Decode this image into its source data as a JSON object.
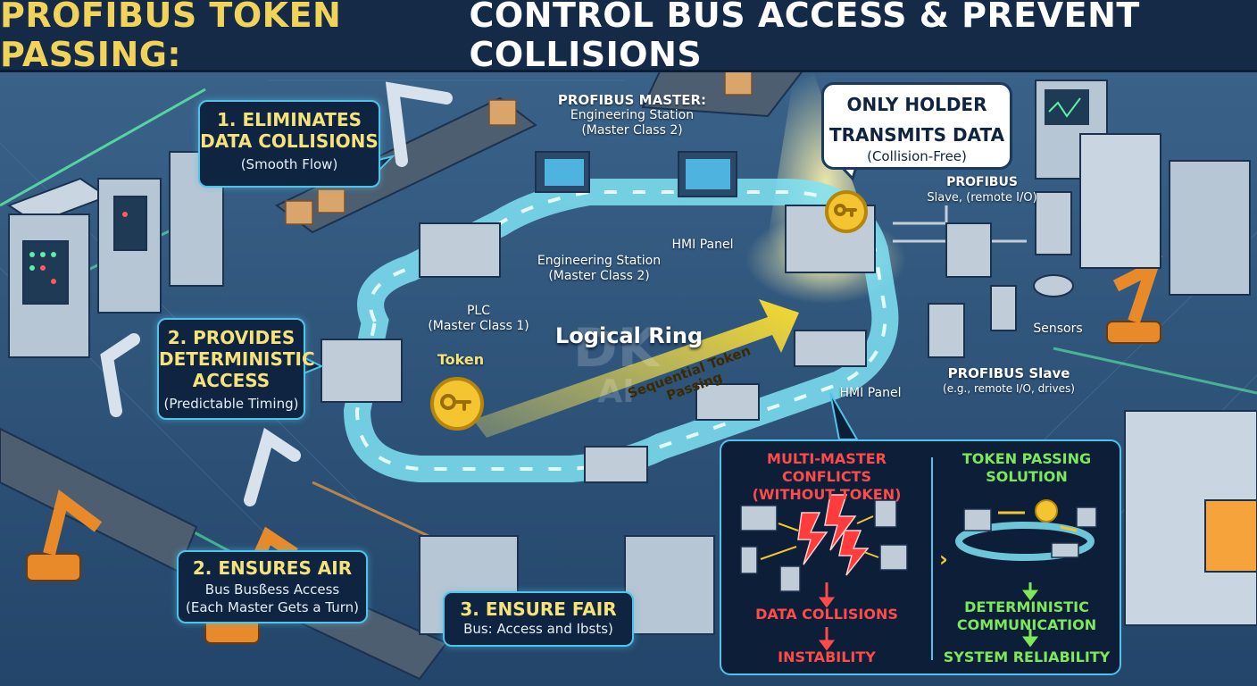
{
  "title": {
    "part_a": "PROFIBUS TOKEN PASSING:",
    "part_b": "CONTROL BUS ACCESS & PREVENT COLLISIONS"
  },
  "callouts": {
    "eliminates": {
      "heading_line1": "1.     ELIMINATES",
      "heading_line2": "DATA COLLISIONS",
      "sub": "(Smooth Flow)"
    },
    "deterministic": {
      "heading_line1": "2. PROVIDES",
      "heading_line2": "DETERMINISTIC",
      "heading_line3": "ACCESS",
      "sub": "(Predictable Timing)"
    },
    "ensures_air": {
      "heading": "2. ENSURES AIR",
      "sub1": "Bus Busßess Access",
      "sub2": "(Each Master Gets a Turn)"
    },
    "ensure_fair": {
      "heading": "3. ENSURE FAIR",
      "sub": "Bus: Access and Ibsts)"
    }
  },
  "speech": {
    "line1": "ONLY HOLDER",
    "line2": "TRANSMITS DATA",
    "sub": "(Collision-Free)"
  },
  "labels": {
    "master_title": "PROFIBUS MASTER:",
    "master_sub1": "Engineering Station",
    "master_sub2": "(Master Class 2)",
    "eng_station1": "Engineering Station",
    "eng_station2": "(Master Class 2)",
    "hmi_panel_top": "HMI Panel",
    "plc1": "PLC",
    "plc2": "(Master Class 1)",
    "logical_ring": "Logical Ring",
    "token": "Token",
    "sequential": "Sequential Token Passing",
    "hmi_panel_bottom": "HMI Panel",
    "slave_top1": "PROFIBUS",
    "slave_top2": "Slave, (remote I/O)",
    "sensors": "Sensors",
    "slave_bottom1": "PROFIBUS Slave",
    "slave_bottom2": "(e.g., remote I/O, drives)"
  },
  "panel": {
    "left_title1": "MULTI-MASTER CONFLICTS",
    "left_title2": "(WITHOUT TOKEN)",
    "left_step1": "DATA COLLISIONS",
    "left_step2": "INSTABILITY",
    "right_title1": "TOKEN PASSING",
    "right_title2": "SOLUTION",
    "right_step1a": "DETERMINISTIC",
    "right_step1b": "COMMUNICATION",
    "right_step2": "SYSTEM RELIABILITY"
  },
  "watermark": "DK\nAI",
  "colors": {
    "background": "#2a4a6e",
    "title_bar": "#142a47",
    "title_accent": "#f2d35a",
    "ring": "#7fe3f5",
    "token": "#f5c531",
    "conflict": "#ff4a4a",
    "solution": "#7de85a",
    "callout_border": "#4fc3e8"
  }
}
